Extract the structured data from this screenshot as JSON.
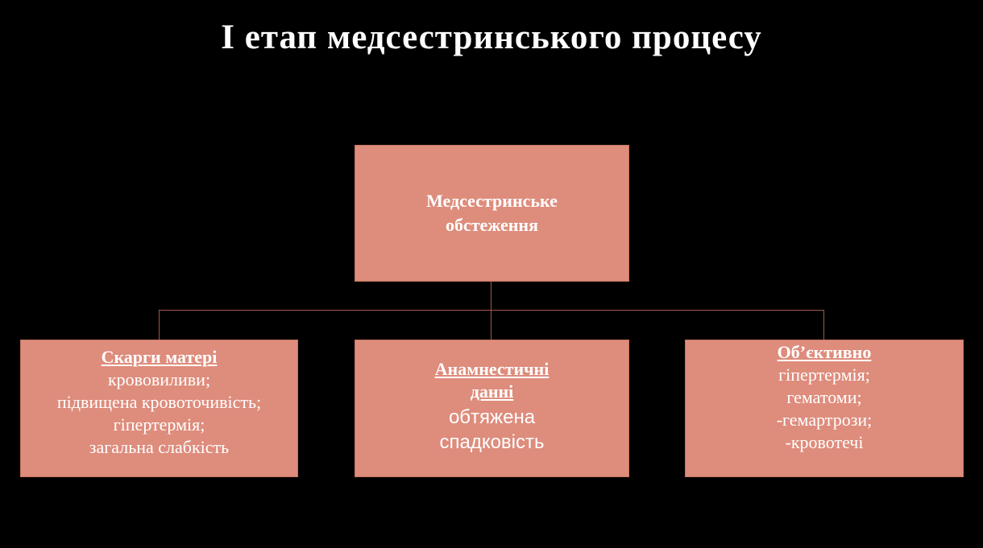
{
  "slide": {
    "title": "І етап медсестринського процесу"
  },
  "colors": {
    "background": "#000000",
    "box_fill": "#DE8C7C",
    "box_border": "#C4765F",
    "connector": "#A05A46",
    "text": "#FFFFFF"
  },
  "diagram": {
    "root": {
      "label": "Медсестринське обстеження"
    },
    "children": [
      {
        "heading": "Скарги матері",
        "lines": [
          "крововиливи;",
          "підвищена кровоточивість;",
          "гіпертермія;",
          "загальна слабкість"
        ]
      },
      {
        "heading": "Анамнестичні данні",
        "lines": [
          "обтяжена спадковість"
        ]
      },
      {
        "heading": "Об’єктивно",
        "lines": [
          "гіпертермія;",
          "гематоми;",
          "-гемартрози;",
          "-кровотечі"
        ]
      }
    ]
  }
}
